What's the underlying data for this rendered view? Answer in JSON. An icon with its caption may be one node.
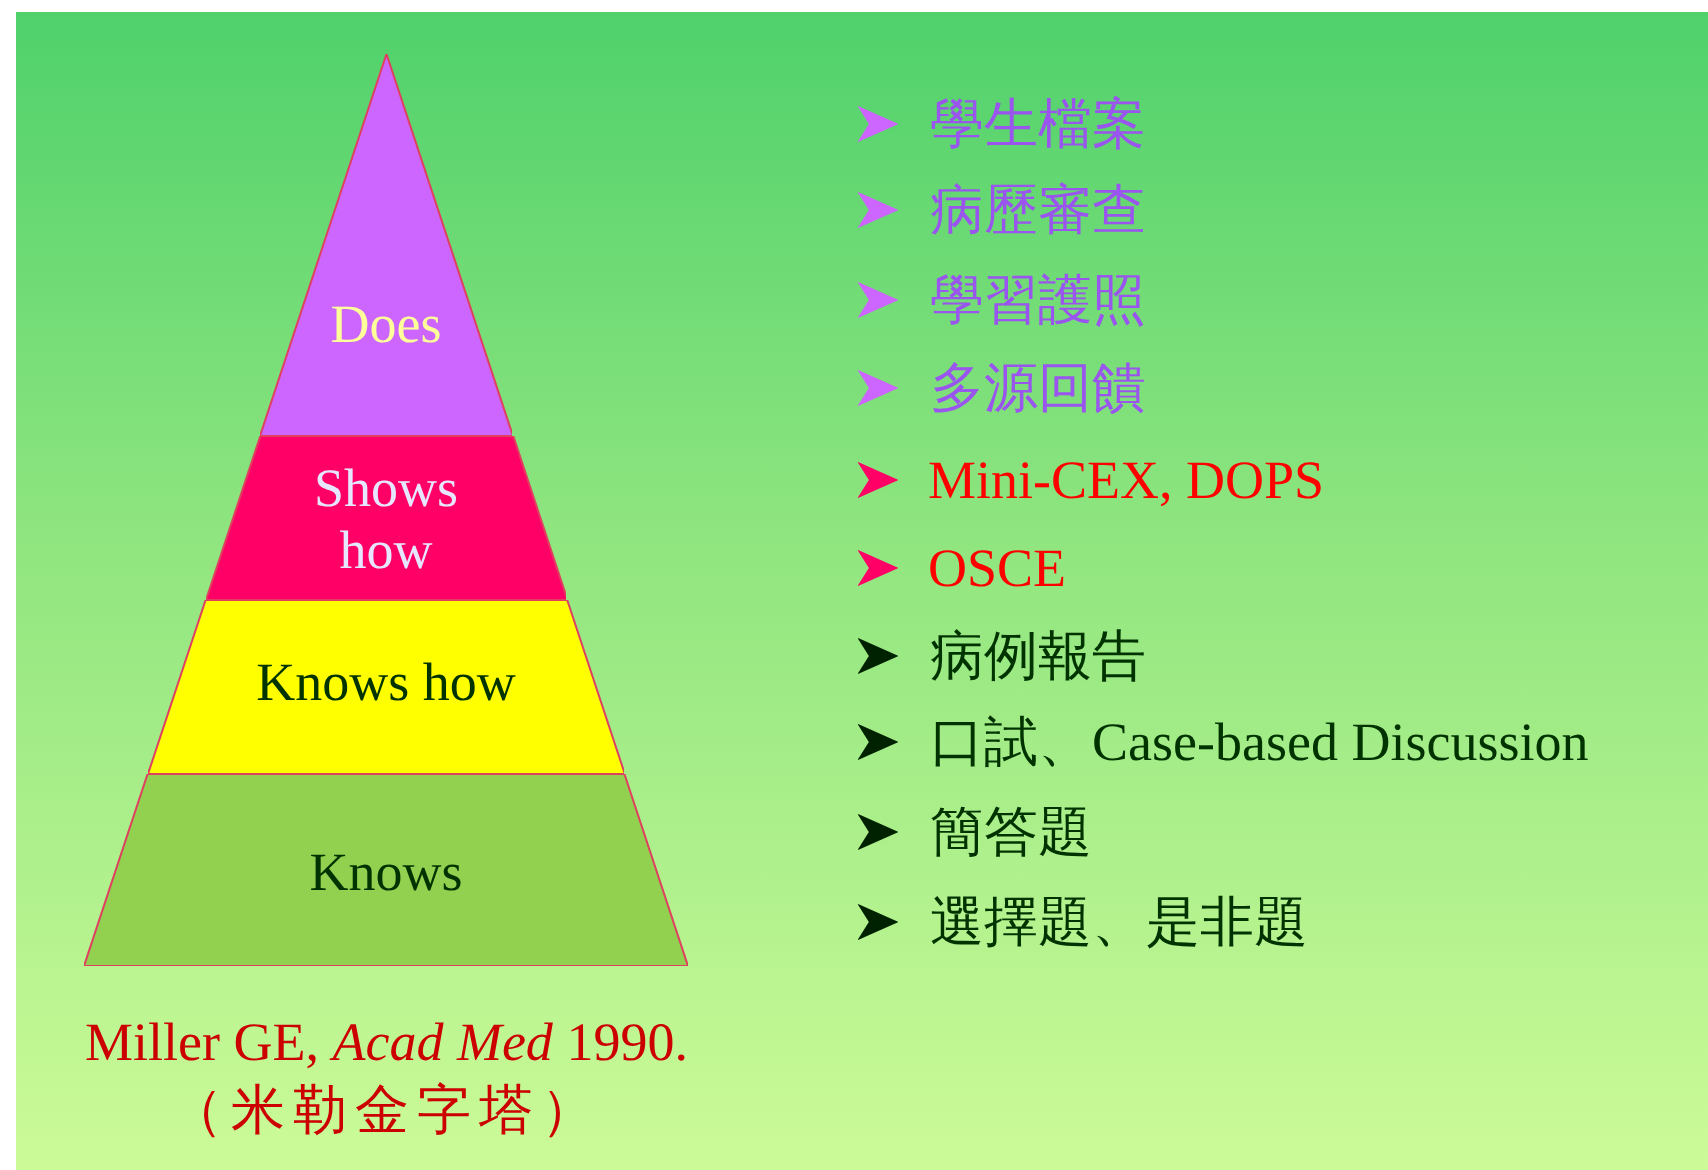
{
  "diagram": {
    "nodes": [
      {
        "text": [
          "Does"
        ]
      },
      {
        "text": [
          "Shows how"
        ]
      },
      {
        "text": [
          "Knows how"
        ]
      },
      {
        "text": [
          "Knows"
        ]
      }
    ],
    "labels": [
      "學生檔案",
      "病歷審查",
      "學習護照",
      "多源回饋",
      "Mini-CEX, DOPS",
      "OSCE",
      "病例報告",
      "口試、Case-based Discussion",
      "簡答題",
      "選擇題、是非題",
      "Miller GE, *Acad Med* 1990.",
      "（米勒金字塔）"
    ]
  }
}
